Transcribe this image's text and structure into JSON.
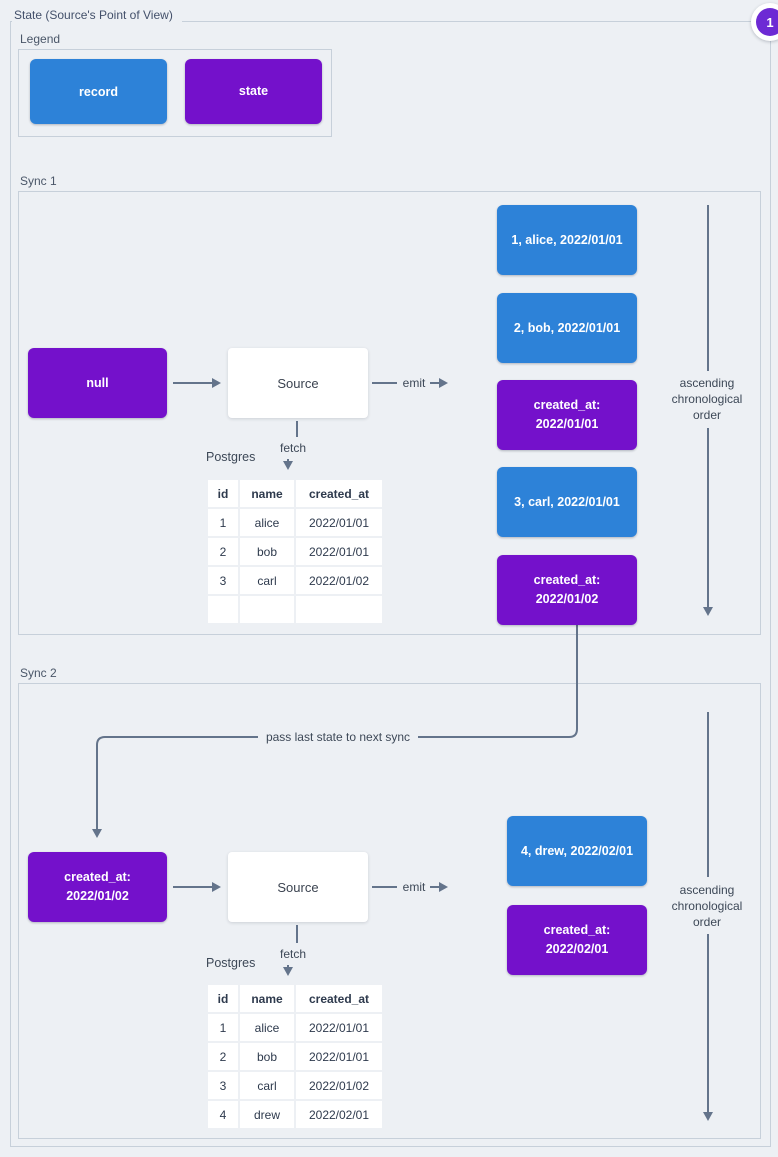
{
  "page": {
    "title": "State (Source's Point of View)",
    "badge": "1",
    "colors": {
      "record": "#2d82d8",
      "state": "#7411cb",
      "badge": "#6d2ad4",
      "line": "#64748b",
      "border": "#c7d0da",
      "background": "#edf0f4"
    }
  },
  "legend": {
    "label": "Legend",
    "record_label": "record",
    "state_label": "state"
  },
  "sync1": {
    "label": "Sync 1",
    "state_in": "null",
    "source_label": "Source",
    "emit_label": "emit",
    "fetch_label": "fetch",
    "db_label": "Postgres",
    "order_lines": [
      "ascending",
      "chronological",
      "order"
    ],
    "emitted": [
      {
        "type": "record",
        "text": "1, alice, 2022/01/01"
      },
      {
        "type": "record",
        "text": "2, bob, 2022/01/01"
      },
      {
        "type": "state",
        "lines": [
          "created_at:",
          "2022/01/01"
        ]
      },
      {
        "type": "record",
        "text": "3, carl, 2022/01/01"
      },
      {
        "type": "state",
        "lines": [
          "created_at:",
          "2022/01/02"
        ]
      }
    ],
    "table": {
      "headers": [
        "id",
        "name",
        "created_at"
      ],
      "rows": [
        [
          "1",
          "alice",
          "2022/01/01"
        ],
        [
          "2",
          "bob",
          "2022/01/01"
        ],
        [
          "3",
          "carl",
          "2022/01/02"
        ],
        [
          "",
          "",
          ""
        ]
      ]
    }
  },
  "connector": {
    "label": "pass last state to next sync"
  },
  "sync2": {
    "label": "Sync 2",
    "state_in_lines": [
      "created_at:",
      "2022/01/02"
    ],
    "source_label": "Source",
    "emit_label": "emit",
    "fetch_label": "fetch",
    "db_label": "Postgres",
    "order_lines": [
      "ascending",
      "chronological",
      "order"
    ],
    "emitted": [
      {
        "type": "record",
        "text": "4, drew, 2022/02/01"
      },
      {
        "type": "state",
        "lines": [
          "created_at:",
          "2022/02/01"
        ]
      }
    ],
    "table": {
      "headers": [
        "id",
        "name",
        "created_at"
      ],
      "rows": [
        [
          "1",
          "alice",
          "2022/01/01"
        ],
        [
          "2",
          "bob",
          "2022/01/01"
        ],
        [
          "3",
          "carl",
          "2022/01/02"
        ],
        [
          "4",
          "drew",
          "2022/02/01"
        ]
      ]
    }
  }
}
